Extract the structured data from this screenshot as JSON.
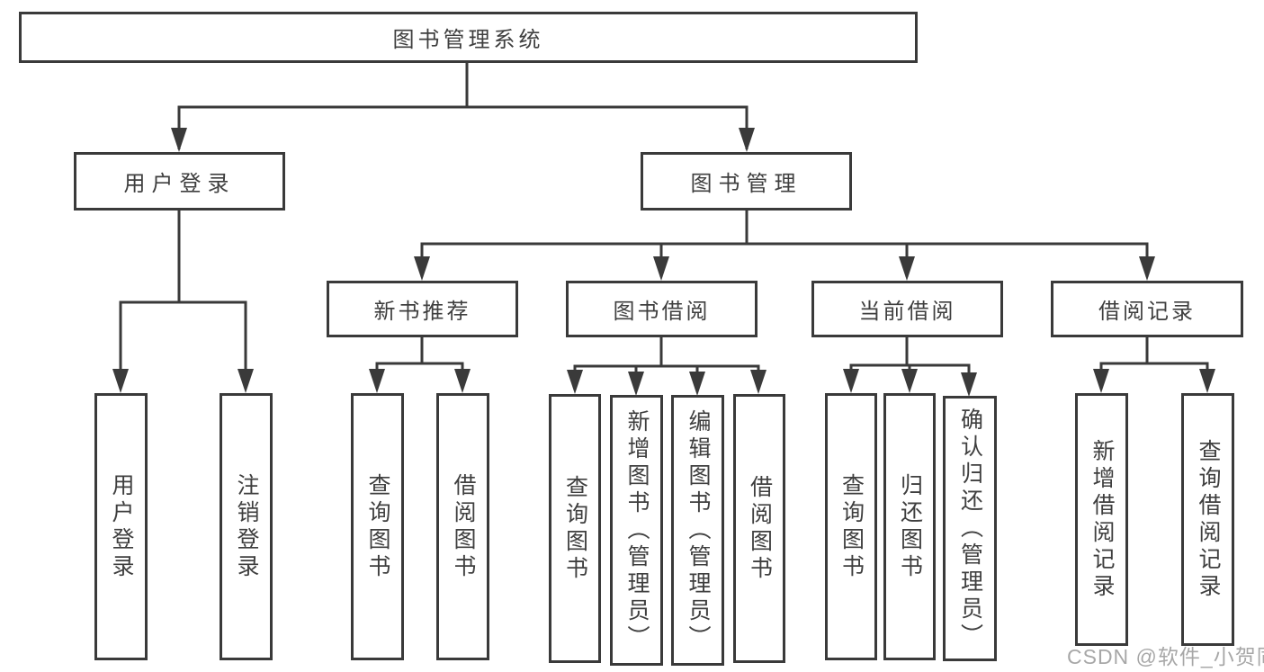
{
  "colors": {
    "line": "#3a3a3a",
    "box_border": "#3a3a3a",
    "text": "#3f3f3f",
    "watermark": "#9c9c9c",
    "background": "#ffffff"
  },
  "tree": {
    "root": "图书管理系统",
    "branches": {
      "user_login": {
        "label": "用户登录",
        "children": {
          "login": "用户登录",
          "logout": "注销登录"
        }
      },
      "book_management": {
        "label": "图书管理",
        "sections": {
          "new_books": {
            "label": "新书推荐",
            "children": {
              "query": "查询图书",
              "borrow": "借阅图书"
            }
          },
          "book_borrow": {
            "label": "图书借阅",
            "children": {
              "query": "查询图书",
              "add": "新增图书（管理员）",
              "edit": "编辑图书（管理员）",
              "borrow": "借阅图书"
            }
          },
          "current_borrow": {
            "label": "当前借阅",
            "children": {
              "query": "查询图书",
              "return": "归还图书",
              "confirm": "确认归还（管理员）"
            }
          },
          "borrow_records": {
            "label": "借阅记录",
            "children": {
              "add": "新增借阅记录",
              "query": "查询借阅记录"
            }
          }
        }
      }
    }
  },
  "watermark": "CSDN @软件_小贺同学"
}
